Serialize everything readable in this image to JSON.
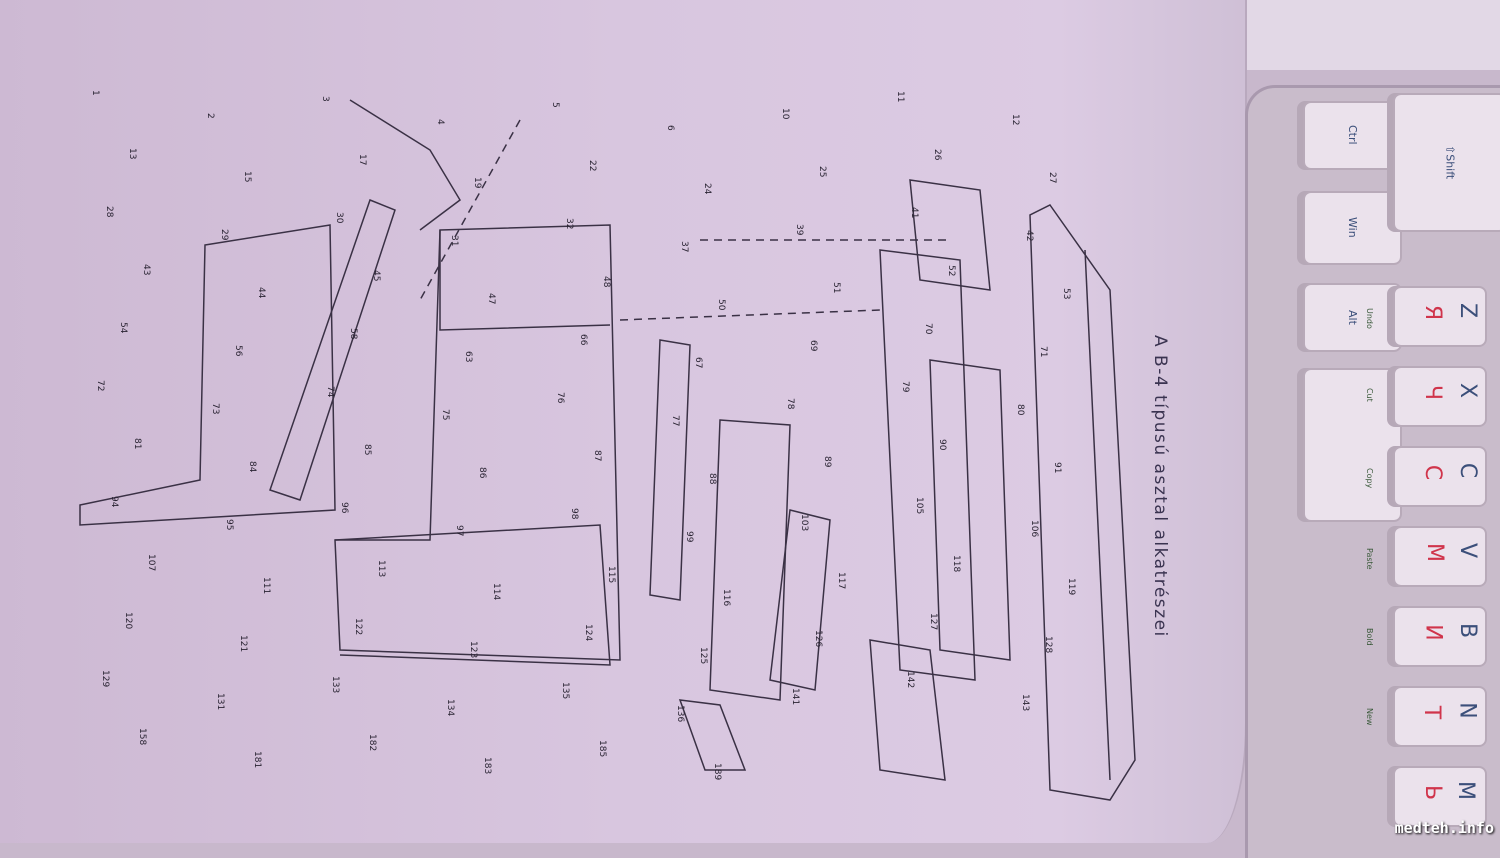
{
  "document": {
    "title": "A B-4 típusú asztal alkatrészei",
    "part_numbers": [
      "1",
      "2",
      "3",
      "4",
      "5",
      "6",
      "10",
      "11",
      "12",
      "13",
      "15",
      "17",
      "19",
      "22",
      "24",
      "25",
      "26",
      "27",
      "28",
      "29",
      "30",
      "31",
      "32",
      "37",
      "39",
      "41",
      "42",
      "43",
      "44",
      "45",
      "47",
      "48",
      "50",
      "51",
      "52",
      "53",
      "54",
      "56",
      "58",
      "63",
      "66",
      "67",
      "69",
      "70",
      "71",
      "72",
      "73",
      "74",
      "75",
      "76",
      "77",
      "78",
      "79",
      "80",
      "81",
      "84",
      "85",
      "86",
      "87",
      "88",
      "89",
      "90",
      "91",
      "94",
      "95",
      "96",
      "97",
      "98",
      "99",
      "103",
      "105",
      "106",
      "107",
      "111",
      "113",
      "114",
      "115",
      "116",
      "117",
      "118",
      "119",
      "120",
      "121",
      "122",
      "123",
      "124",
      "125",
      "126",
      "127",
      "128",
      "129",
      "131",
      "133",
      "134",
      "135",
      "136",
      "141",
      "142",
      "143",
      "158",
      "181",
      "182",
      "183",
      "185",
      "189"
    ]
  },
  "keyboard": {
    "keys": [
      {
        "label": "Ctrl"
      },
      {
        "label": "Win"
      },
      {
        "label": "Alt"
      },
      {
        "label": ""
      },
      {
        "label": "⇧Shift"
      },
      {
        "lat": "Z",
        "cyr": "Я",
        "sub": "Undo"
      },
      {
        "lat": "X",
        "cyr": "Ч",
        "sub": "Cut"
      },
      {
        "lat": "C",
        "cyr": "С",
        "sub": "Copy"
      },
      {
        "lat": "V",
        "cyr": "М",
        "sub": "Paste"
      },
      {
        "lat": "B",
        "cyr": "И",
        "sub": "Bold"
      },
      {
        "lat": "N",
        "cyr": "Т",
        "sub": "New"
      },
      {
        "lat": "M",
        "cyr": "Ь",
        "sub": ""
      }
    ]
  },
  "watermark": "medteh.info"
}
